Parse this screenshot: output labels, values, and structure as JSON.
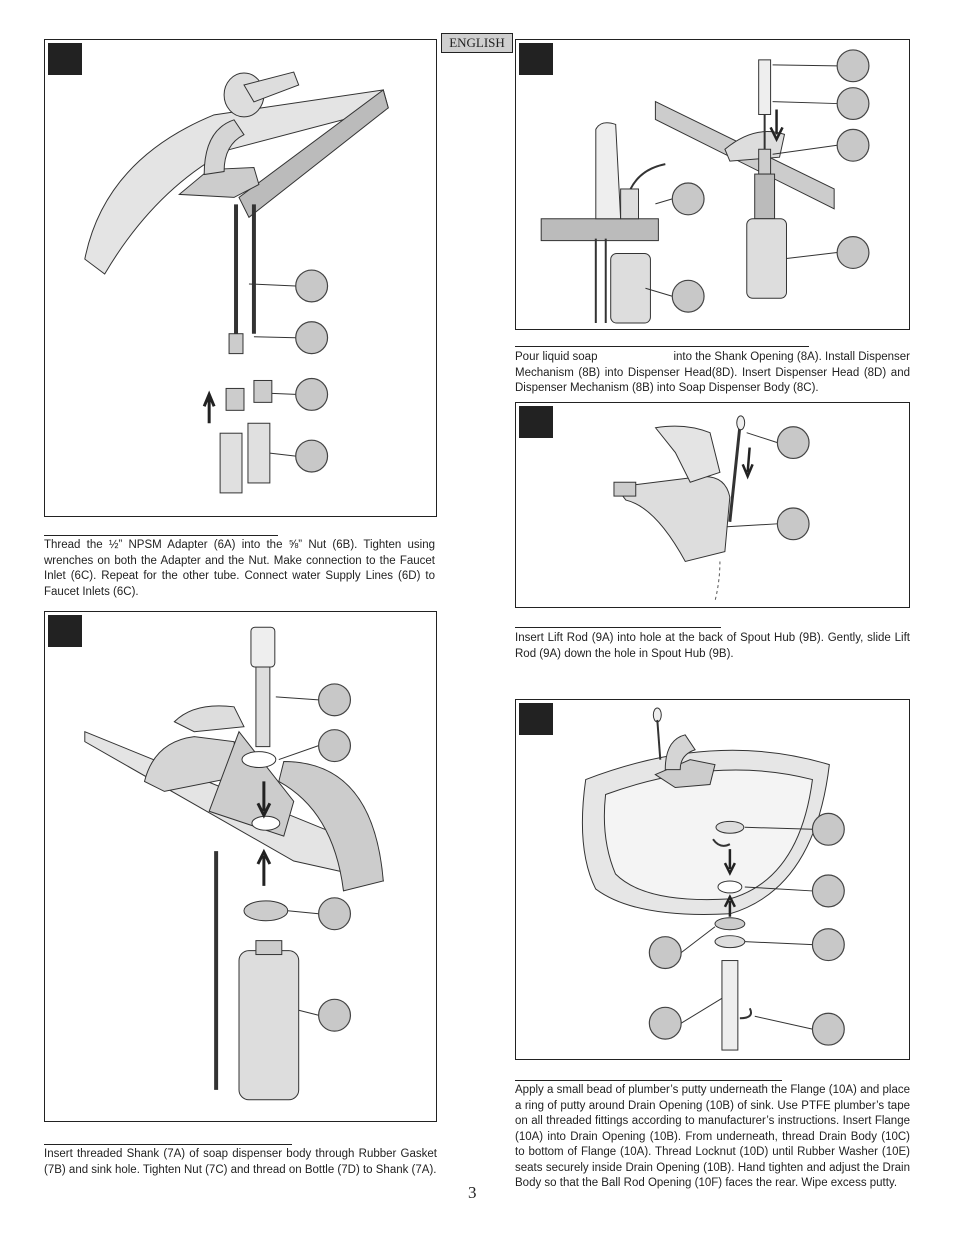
{
  "language_tag": "ENGLISH",
  "page_number": "3",
  "captions": {
    "step6": "Thread the ½” NPSM Adapter (6A) into the ⅝” Nut (6B). Tighten using wrenches on both the Adapter and the Nut. Make connection to the Faucet Inlet (6C). Repeat for the other tube. Connect water Supply Lines (6D) to Faucet Inlets (6C).",
    "step7": "Insert threaded Shank (7A) of soap dispenser body through Rubber Gasket (7B) and sink hole. Tighten Nut (7C) and thread on Bottle (7D) to Shank (7A).",
    "step8_part1": "Pour liquid soap",
    "step8_part2": "into the Shank Opening (8A). Install Dispenser Mechanism (8B) into Dispenser Head(8D). Insert Dispenser Head (8D) and Dispenser Mechanism (8B) into Soap Dispenser Body (8C).",
    "step9": "Insert Lift Rod (9A) into hole at the back of Spout Hub (9B). Gently, slide Lift Rod (9A) down the hole in Spout Hub (9B).",
    "step10": "Apply a small bead of plumber’s putty underneath the Flange (10A) and place a ring of putty around Drain Opening (10B) of sink. Use PTFE plumber’s tape on all threaded fittings according to  manufacturer’s instructions. Insert Flange (10A) into Drain Opening (10B). From underneath, thread  Drain Body (10C) to bottom of Flange (10A). Thread Locknut (10D) until Rubber Washer (10E) seats securely inside Drain Opening (10B). Hand tighten and adjust the Drain Body so that the Ball Rod Opening (10F) faces the rear. Wipe excess putty."
  }
}
